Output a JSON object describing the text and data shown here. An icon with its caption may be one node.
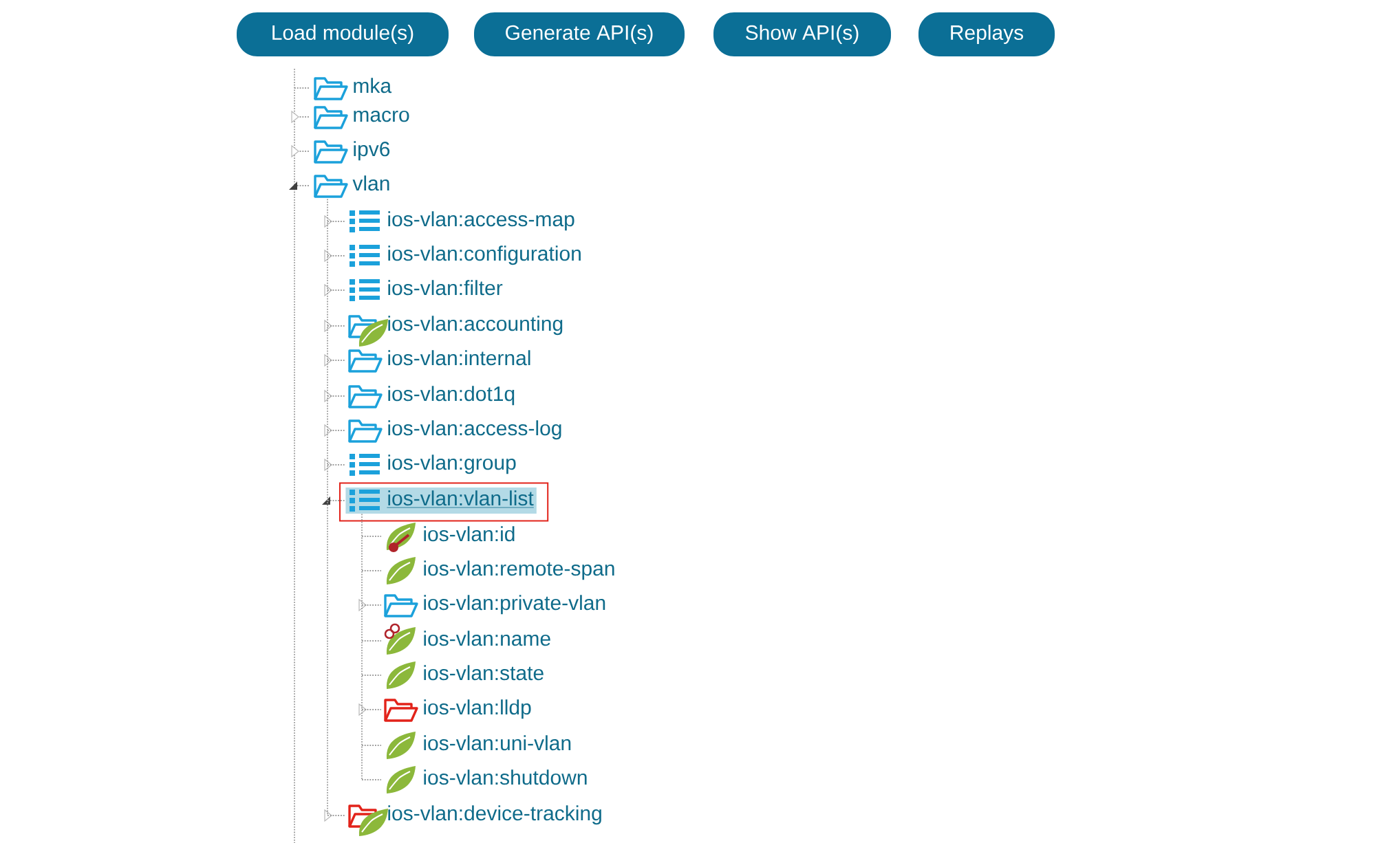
{
  "diagram": {
    "nodes": [
      {
        "text": [
          "mka"
        ]
      },
      {
        "text": [
          "macro"
        ]
      },
      {
        "text": [
          "ipv6"
        ]
      },
      {
        "text": [
          "vlan"
        ]
      },
      {
        "text": [
          "ios-vlan:access-map"
        ]
      },
      {
        "text": [
          "ios-vlan:configuration"
        ]
      },
      {
        "text": [
          "ios-vlan:filter"
        ]
      },
      {
        "text": [
          "ios-vlan:accounting"
        ]
      },
      {
        "text": [
          "ios-vlan:internal"
        ]
      },
      {
        "text": [
          "ios-vlan:dot1q"
        ]
      },
      {
        "text": [
          "ios-vlan:access-log"
        ]
      },
      {
        "text": [
          "ios-vlan:group"
        ]
      },
      {
        "text": [
          "ios-vlan:vlan-list"
        ]
      },
      {
        "text": [
          "ios-vlan:id"
        ]
      },
      {
        "text": [
          "ios-vlan:remote-span"
        ]
      },
      {
        "text": [
          "ios-vlan:private-vlan"
        ]
      },
      {
        "text": [
          "ios-vlan:name"
        ]
      },
      {
        "text": [
          "ios-vlan:state"
        ]
      },
      {
        "text": [
          "ios-vlan:lldp"
        ]
      },
      {
        "text": [
          "ios-vlan:uni-vlan"
        ]
      },
      {
        "text": [
          "ios-vlan:shutdown"
        ]
      },
      {
        "text": [
          "ios-vlan:device-tracking"
        ]
      }
    ],
    "edges": [
      {
        "from": 3,
        "to": 4,
        "arrow": "none"
      },
      {
        "from": 3,
        "to": 5,
        "arrow": "none"
      },
      {
        "from": 3,
        "to": 6,
        "arrow": "none"
      },
      {
        "from": 3,
        "to": 7,
        "arrow": "none"
      },
      {
        "from": 3,
        "to": 8,
        "arrow": "none"
      },
      {
        "from": 3,
        "to": 9,
        "arrow": "none"
      },
      {
        "from": 3,
        "to": 10,
        "arrow": "none"
      },
      {
        "from": 3,
        "to": 11,
        "arrow": "none"
      },
      {
        "from": 3,
        "to": 12,
        "arrow": "none"
      },
      {
        "from": 12,
        "to": 13,
        "arrow": "none"
      },
      {
        "from": 12,
        "to": 14,
        "arrow": "none"
      },
      {
        "from": 12,
        "to": 15,
        "arrow": "none"
      },
      {
        "from": 12,
        "to": 16,
        "arrow": "none"
      },
      {
        "from": 12,
        "to": 17,
        "arrow": "none"
      },
      {
        "from": 12,
        "to": 18,
        "arrow": "none"
      },
      {
        "from": 12,
        "to": 19,
        "arrow": "none"
      },
      {
        "from": 12,
        "to": 20,
        "arrow": "none"
      },
      {
        "from": 3,
        "to": 21,
        "arrow": "none"
      }
    ],
    "labels": [
      "Load module(s)",
      "Generate API(s)",
      "Show API(s)",
      "Replays"
    ]
  }
}
